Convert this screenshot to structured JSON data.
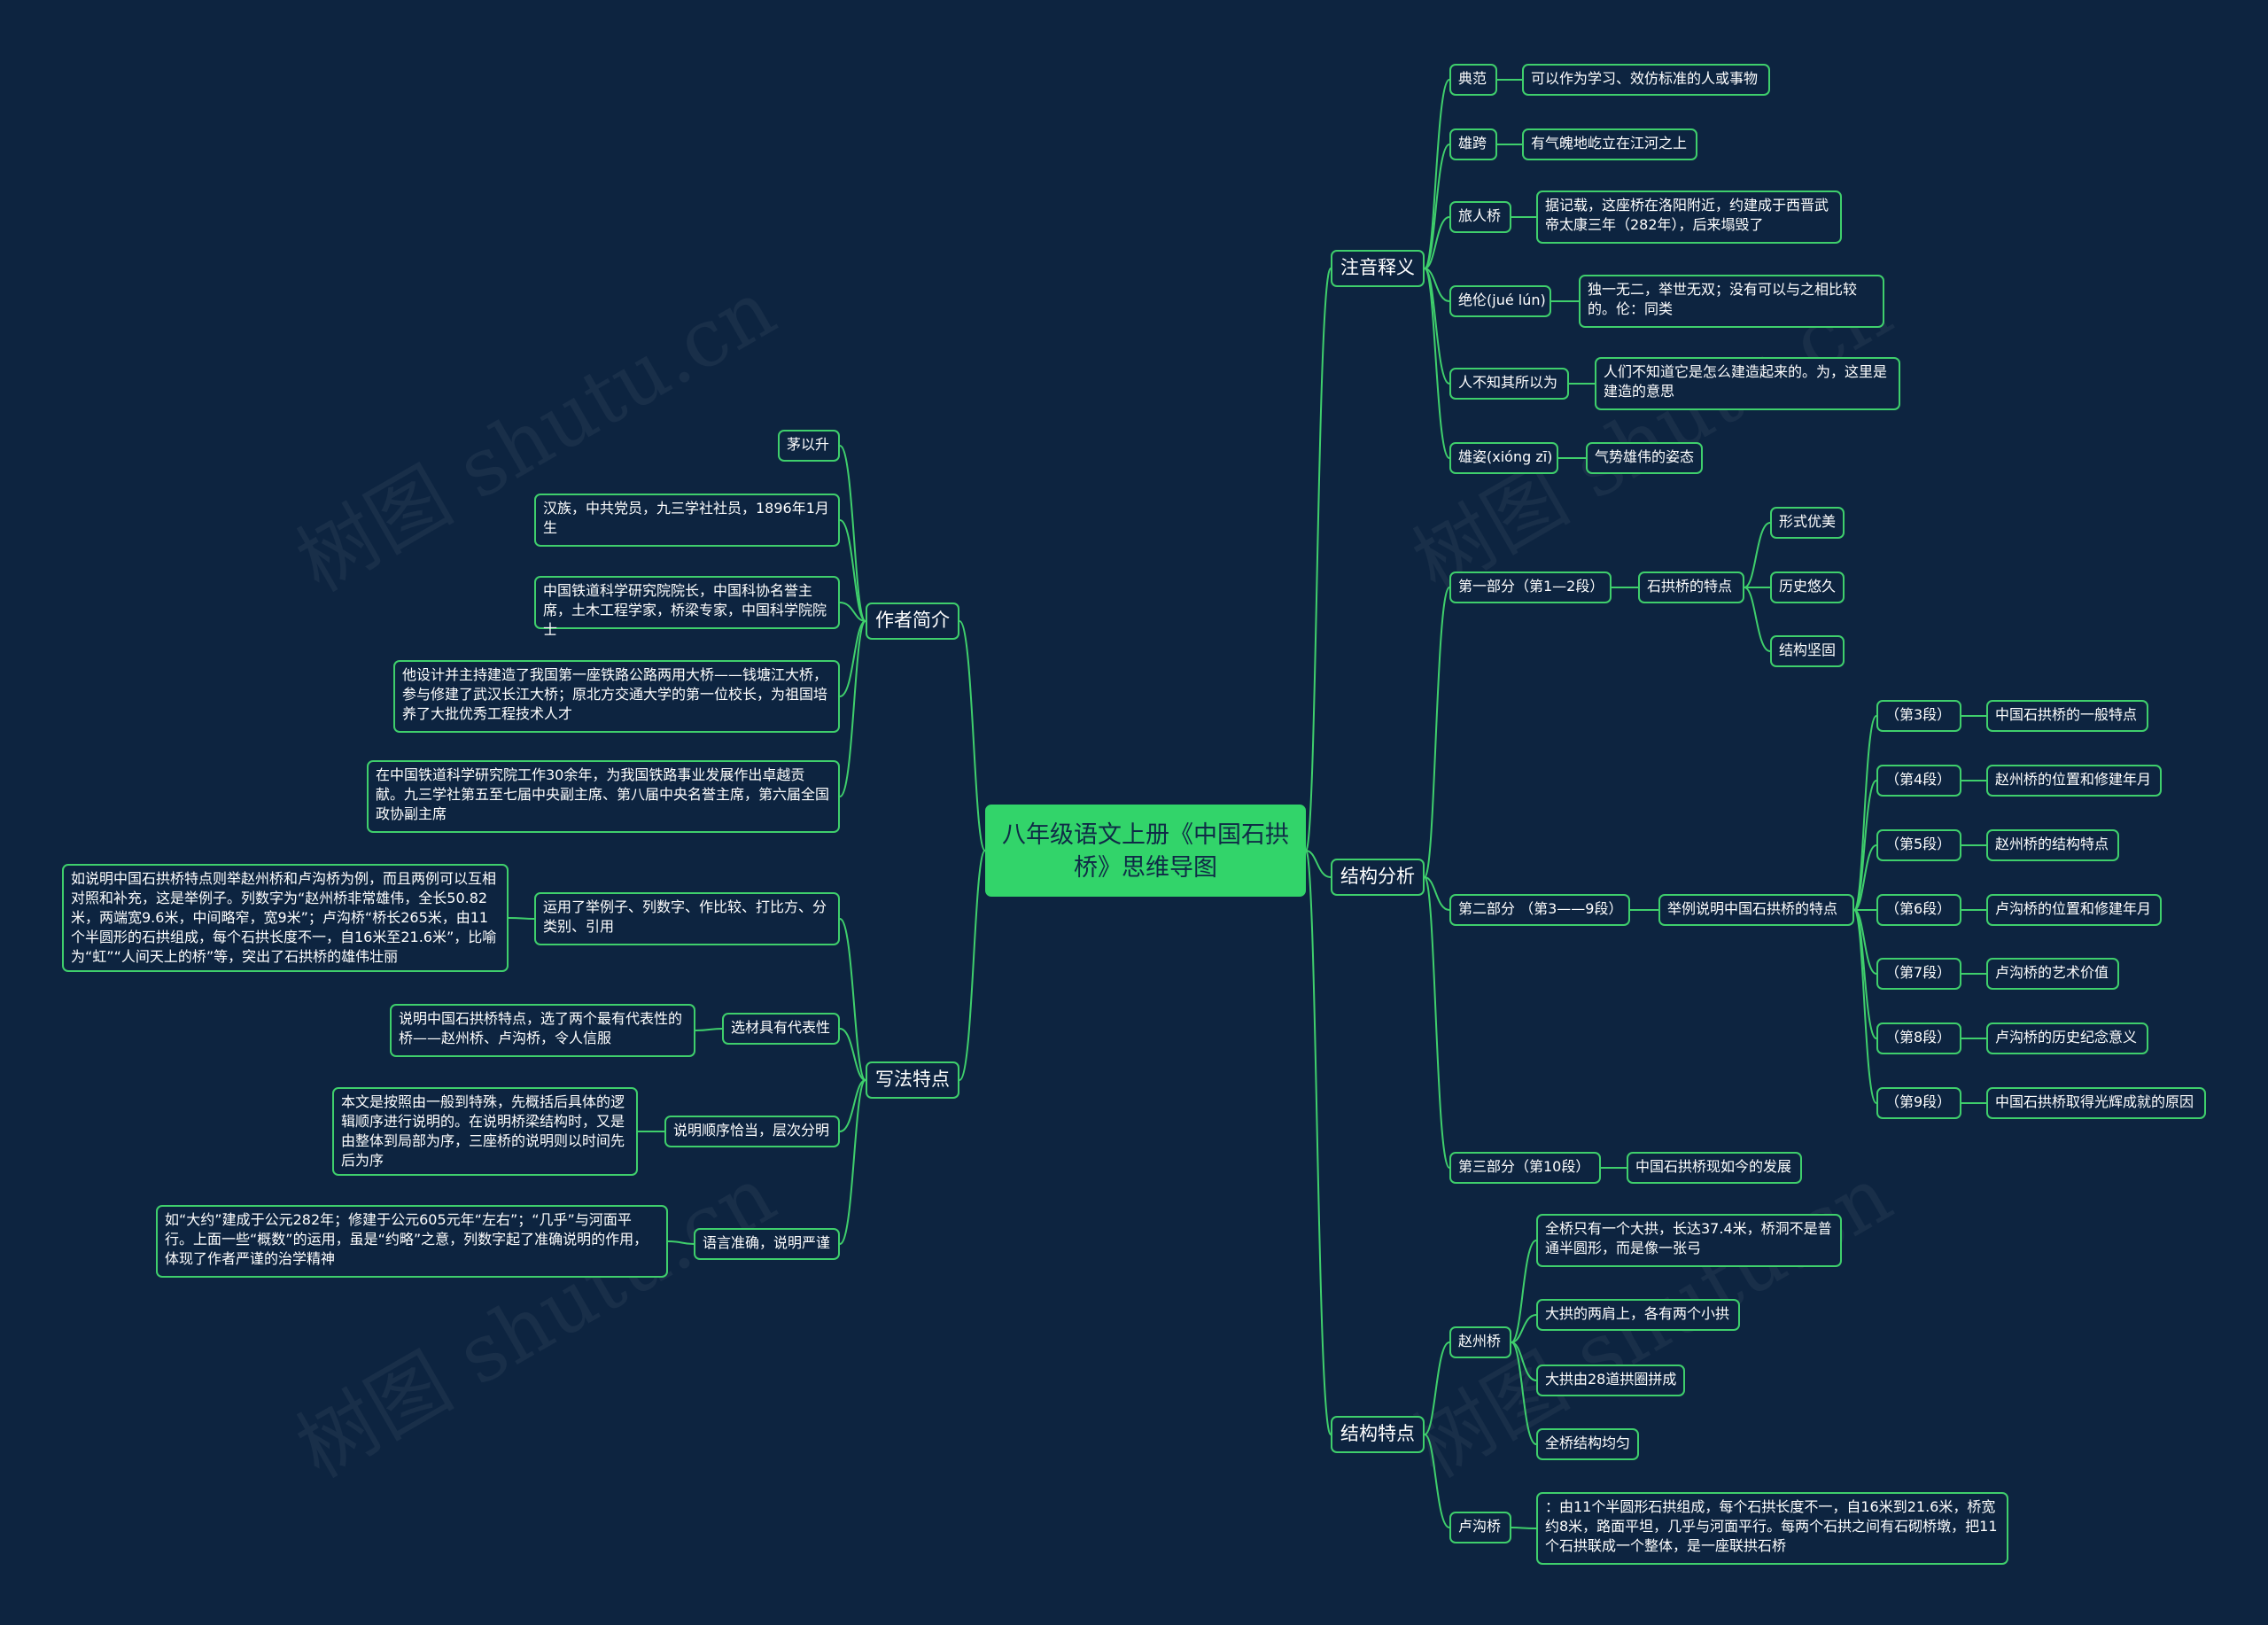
{
  "watermark": "树图 shutu.cn",
  "colors": {
    "background": "#0d2440",
    "line": "#3fcf6c",
    "root": "#32d46a",
    "text": "#ffffff"
  },
  "root": "八年级语文上册《中国石拱桥》思维导图",
  "author_intro": {
    "label": "作者简介",
    "items": [
      "茅以升",
      "汉族，中共党员，九三学社社员，1896年1月生",
      "中国铁道科学研究院院长，中国科协名誉主席，土木工程学家，桥梁专家，中国科学院院士",
      "他设计并主持建造了我国第一座铁路公路两用大桥——钱塘江大桥，参与修建了武汉长江大桥；原北方交通大学的第一位校长，为祖国培养了大批优秀工程技术人才",
      "在中国铁道科学研究院工作30余年，为我国铁路事业发展作出卓越贡献。九三学社第五至七届中央副主席、第八届中央名誉主席，第六届全国政协副主席"
    ]
  },
  "writing": {
    "label": "写法特点",
    "items": [
      {
        "label": "运用了举例子、列数字、作比较、打比方、分类别、引用",
        "detail": "如说明中国石拱桥特点则举赵州桥和卢沟桥为例，而且两例可以互相对照和补充，这是举例子。列数字为“赵州桥非常雄伟，全长50.82米，两端宽9.6米，中间略窄，宽9米”；卢沟桥“桥长265米，由11个半圆形的石拱组成，每个石拱长度不一，自16米至21.6米”，比喻为“虹”“人间天上的桥”等，突出了石拱桥的雄伟壮丽"
      },
      {
        "label": "选材具有代表性",
        "detail": "说明中国石拱桥特点，选了两个最有代表性的桥——赵州桥、卢沟桥，令人信服"
      },
      {
        "label": "说明顺序恰当，层次分明",
        "detail": "本文是按照由一般到特殊，先概括后具体的逻辑顺序进行说明的。在说明桥梁结构时，又是由整体到局部为序，三座桥的说明则以时间先后为序"
      },
      {
        "label": "语言准确，说明严谨",
        "detail": "如“大约”建成于公元282年；修建于公元605元年“左右”；“几乎”与河面平行。上面一些“概数”的运用，虽是“约略”之意，列数字起了准确说明的作用，体现了作者严谨的治学精神"
      }
    ]
  },
  "pronunciation": {
    "label": "注音释义",
    "items": [
      {
        "term": "典范",
        "def": "可以作为学习、效仿标准的人或事物"
      },
      {
        "term": "雄跨",
        "def": "有气魄地屹立在江河之上"
      },
      {
        "term": "旅人桥",
        "def": "据记载，这座桥在洛阳附近，约建成于西晋武帝太康三年（282年），后来塌毁了"
      },
      {
        "term": "绝伦(jué lún)",
        "def": "独一无二，举世无双；没有可以与之相比较的。伦：同类"
      },
      {
        "term": "人不知其所以为",
        "def": "人们不知道它是怎么建造起来的。为，这里是建造的意思"
      },
      {
        "term": "雄姿(xióng zī)",
        "def": "气势雄伟的姿态"
      }
    ]
  },
  "structure": {
    "label": "结构分析",
    "part1": {
      "label": "第一部分（第1—2段）",
      "mid": "石拱桥的特点",
      "items": [
        "形式优美",
        "历史悠久",
        "结构坚固"
      ]
    },
    "part2": {
      "label": "第二部分 （第3——9段）",
      "mid": "举例说明中国石拱桥的特点",
      "items": [
        {
          "para": "（第3段）",
          "text": "中国石拱桥的一般特点"
        },
        {
          "para": "（第4段）",
          "text": "赵州桥的位置和修建年月"
        },
        {
          "para": "（第5段）",
          "text": "赵州桥的结构特点"
        },
        {
          "para": "（第6段）",
          "text": "卢沟桥的位置和修建年月"
        },
        {
          "para": "（第7段）",
          "text": "卢沟桥的艺术价值"
        },
        {
          "para": "（第8段）",
          "text": "卢沟桥的历史纪念意义"
        },
        {
          "para": "（第9段）",
          "text": "中国石拱桥取得光辉成就的原因"
        }
      ]
    },
    "part3": {
      "label": "第三部分（第10段）",
      "text": "中国石拱桥现如今的发展"
    }
  },
  "features": {
    "label": "结构特点",
    "zhaozhou": {
      "label": "赵州桥",
      "items": [
        "全桥只有一个大拱，长达37.4米，桥洞不是普通半圆形，而是像一张弓",
        "大拱的两肩上，各有两个小拱",
        "大拱由28道拱圈拼成",
        "全桥结构均匀"
      ]
    },
    "lugou": {
      "label": "卢沟桥",
      "text": "：由11个半圆形石拱组成，每个石拱长度不一，自16米到21.6米，桥宽约8米，路面平坦，几乎与河面平行。每两个石拱之间有石砌桥墩，把11个石拱联成一个整体，是一座联拱石桥"
    }
  }
}
